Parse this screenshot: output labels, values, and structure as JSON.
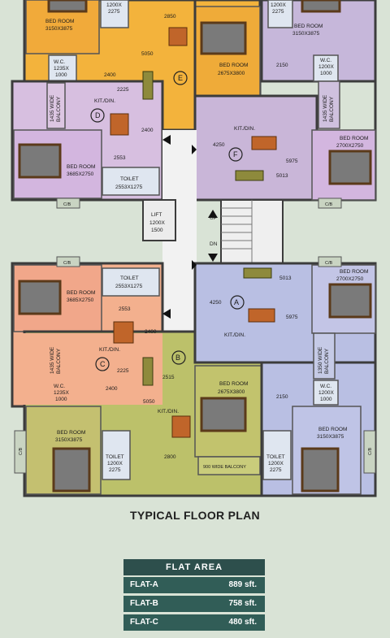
{
  "title": "TYPICAL FLOOR PLAN",
  "colors": {
    "flat_e": "#f3b33c",
    "flat_f": "#c9b6d8",
    "flat_d": "#d7bfe0",
    "flat_c": "#f3b08e",
    "flat_b": "#bcc16a",
    "flat_a": "#b9bfe3",
    "corridor": "#f2f2f2",
    "wall": "#3c3c3c",
    "page": "#d9e3d6"
  },
  "flats": {
    "e": {
      "letter": "E",
      "rooms": [
        "BED ROOM",
        "3150X3875",
        "1200X",
        "2275",
        "2850",
        "BED ROOM",
        "2675X3800",
        "5050",
        "2400",
        "W.C.",
        "1235X",
        "1000",
        "2225"
      ]
    },
    "d": {
      "letter": "D",
      "rooms": [
        "KIT./DIN.",
        "1435 WIDE",
        "BALCONY",
        "2400",
        "BED ROOM",
        "3685X2750",
        "2553",
        "TOILET",
        "2553X1275",
        "C/B"
      ]
    },
    "f": {
      "letter": "F",
      "rooms": [
        "1200X",
        "2275",
        "BED ROOM",
        "3150X3875",
        "2150",
        "W.C.",
        "1200X",
        "1000",
        "1435 WIDE",
        "BALCONY",
        "KIT./DIN.",
        "4250",
        "5975",
        "5013",
        "BED ROOM",
        "2700X2750",
        "C/B"
      ]
    },
    "lift": {
      "label": "LIFT",
      "size": "1200X",
      "size2": "1500",
      "up": "UP",
      "dn": "DN"
    },
    "c": {
      "letter": "C",
      "rooms": [
        "C/B",
        "BED ROOM",
        "3685X2750",
        "TOILET",
        "2553X1275",
        "2553",
        "2400",
        "KIT./DIN.",
        "1435 WIDE",
        "BALCONY",
        "2225",
        "W.C.",
        "1235X",
        "1000",
        "2400"
      ]
    },
    "b": {
      "letter": "B",
      "rooms": [
        "2515",
        "5050",
        "KIT./DIN.",
        "BED ROOM",
        "2675X3800",
        "BED ROOM",
        "3150X3875",
        "TOILET",
        "1200X",
        "2275",
        "2800",
        "900 WIDE BALCONY",
        "C/B"
      ]
    },
    "a": {
      "letter": "A",
      "rooms": [
        "C/B",
        "5013",
        "BED ROOM",
        "2700X2750",
        "4250",
        "5975",
        "KIT./DIN.",
        "1350 WIDE",
        "BALCONY",
        "W.C.",
        "1200X",
        "1000",
        "2150",
        "BED ROOM",
        "3150X3875",
        "TOILET",
        "1200X",
        "2275",
        "C/B"
      ]
    }
  },
  "area_table": {
    "header": "FLAT  AREA",
    "rows": [
      {
        "flat": "FLAT-A",
        "area": "889 sft."
      },
      {
        "flat": "FLAT-B",
        "area": "758 sft."
      },
      {
        "flat": "FLAT-C",
        "area": "480 sft."
      }
    ]
  }
}
